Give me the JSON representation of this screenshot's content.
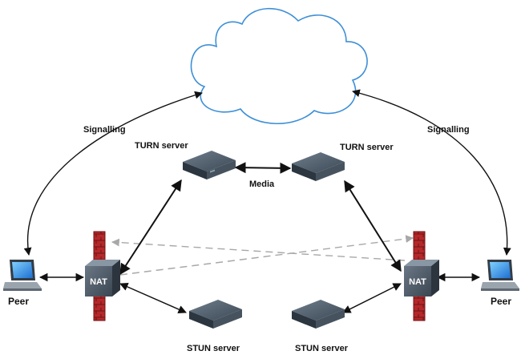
{
  "diagram": {
    "signalling_left": "Signalling",
    "signalling_right": "Signalling",
    "turn_left": "TURN server",
    "turn_right": "TURN server",
    "media": "Media",
    "stun_left": "STUN server",
    "stun_right": "STUN server",
    "peer_left": "Peer",
    "peer_right": "Peer",
    "nat_left": "NAT",
    "nat_right": "NAT"
  },
  "colors": {
    "cloud_stroke": "#3d8fd6",
    "firewall": "#b5282a",
    "nat_device": "#44505c",
    "server": "#3a4754",
    "arrow": "#111111",
    "dashed_arrow": "#a8a8a8"
  },
  "icons": [
    "cloud-icon",
    "firewall-icon",
    "nat-device-icon",
    "server-icon",
    "laptop-icon"
  ]
}
